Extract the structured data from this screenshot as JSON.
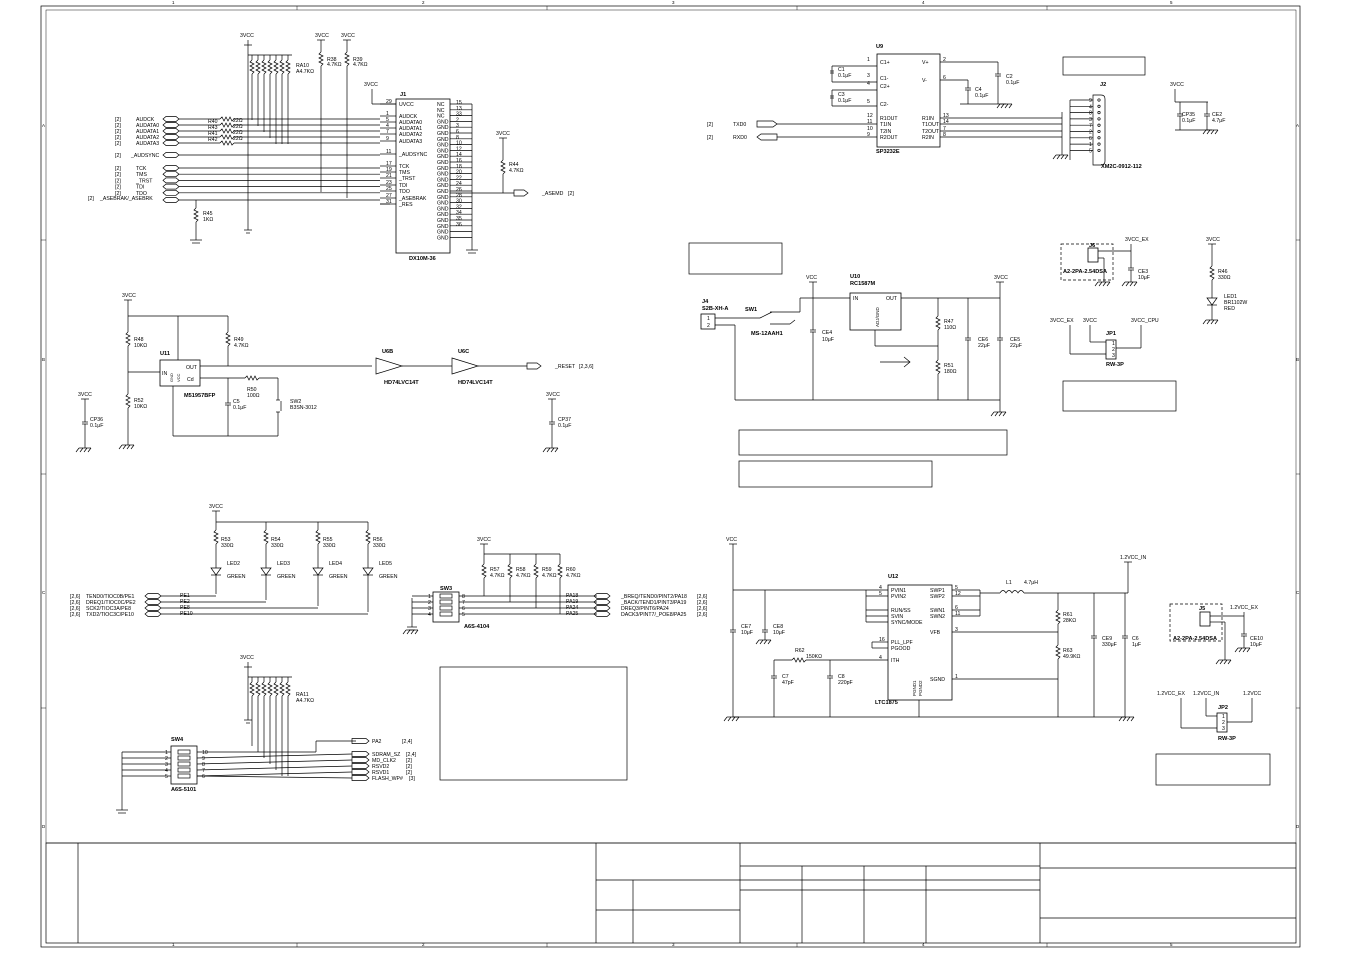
{
  "frame": {
    "col_labels": [
      "1",
      "2",
      "3",
      "4",
      "5"
    ],
    "row_labels": [
      "A",
      "B",
      "C",
      "D"
    ]
  },
  "power": {
    "v33": "3VCC",
    "v33ex": "3VCC_EX",
    "v33cpu": "3VCC_CPU",
    "v12": "1.2VCC_IN",
    "v12ex": "1.2VCC_EX",
    "v12b": "1.2VCC",
    "vcc": "VCC"
  },
  "jtag": {
    "ra10": "RA10",
    "ra10v": "A4.7KΩ",
    "r38": "R38",
    "r38v": "4.7KΩ",
    "r39": "R39",
    "r39v": "4.7KΩ",
    "r40": "R40",
    "r43": "R43",
    "r41": "R41",
    "r42": "R42",
    "rv": "22Ω",
    "nets": [
      "AUDCK",
      "AUDATA0",
      "AUDATA1",
      "AUDATA2",
      "AUDATA3"
    ],
    "audsync": "_AUDSYNC",
    "nets2": [
      "TCK",
      "TMS",
      "_TRST",
      "TDI",
      "TDO"
    ],
    "asebrak": "_ASEBRAK/_ASEBRK",
    "ref": "[2]",
    "r45": "R45",
    "r45v": "1KΩ",
    "r44": "R44",
    "r44v": "4.7KΩ",
    "asemd": "_ASEMD",
    "asemd_ref": "[2]",
    "j1": "J1",
    "j1part": "DX10M-36",
    "j1_left": [
      "UVCC",
      "AUDCK",
      "AUDATA0",
      "AUDATA1",
      "AUDATA2",
      "AUDATA3",
      "_AUDSYNC",
      "TCK",
      "TMS",
      "_TRST",
      "TDI",
      "TDO",
      "_ASEBRAK",
      "_RES"
    ],
    "j1_left_pins": [
      "29",
      "1",
      "5",
      "4",
      "7",
      "9",
      "11",
      "17",
      "19",
      "21",
      "23",
      "25",
      "27",
      "31"
    ],
    "j1_right": [
      "NC",
      "NC",
      "NC",
      "GND",
      "GND",
      "GND",
      "GND",
      "GND",
      "GND",
      "GND",
      "GND",
      "GND",
      "GND",
      "GND",
      "GND",
      "GND",
      "GND",
      "GND",
      "GND",
      "GND",
      "GND",
      "GND",
      "GND",
      "GND"
    ],
    "j1_right_pins": [
      "15",
      "13",
      "33",
      "2",
      "3",
      "6",
      "8",
      "10",
      "12",
      "14",
      "16",
      "18",
      "20",
      "22",
      "24",
      "26",
      "28",
      "30",
      "32",
      "34",
      "35",
      "36",
      "",
      ""
    ]
  },
  "rs232": {
    "u9": "U9",
    "u9part": "SP3232E",
    "u9_left": [
      "C1+",
      "C1-",
      "C2+",
      "C2-",
      "R1OUT",
      "T1IN",
      "T2IN",
      "R2OUT"
    ],
    "u9_left_pins": [
      "1",
      "3",
      "4",
      "5",
      "12",
      "11",
      "10",
      "9"
    ],
    "u9_right": [
      "V+",
      "V-",
      "R1IN",
      "T1OUT",
      "T2OUT",
      "R2IN"
    ],
    "u9_right_pins": [
      "2",
      "6",
      "13",
      "14",
      "7",
      "8"
    ],
    "c1": "C1",
    "c1v": "0.1μF",
    "c3": "C3",
    "c3v": "0.1μF",
    "c2": "C2",
    "c2v": "0.1μF",
    "c4": "C4",
    "c4v": "0.1μF",
    "txd": "TXD0",
    "rxd": "RXD0",
    "ref": "[2]",
    "j2": "J2",
    "j2part": "XM2C-0912-112",
    "cp35": "CP35",
    "cp35v": "0.1μF",
    "ce2": "CE2",
    "ce2v": "4.7μF"
  },
  "reset": {
    "u11": "U11",
    "u11part": "M51957BFP",
    "u11_pins": [
      "IN",
      "GND",
      "VCC",
      "OUT",
      "Cd"
    ],
    "r48": "R48",
    "r48v": "10KΩ",
    "r49": "R49",
    "r49v": "4.7KΩ",
    "r52": "R52",
    "r52v": "10KΩ",
    "r50": "R50",
    "r50v": "100Ω",
    "c5": "C5",
    "c5v": "0.1μF",
    "sw2": "SW2",
    "sw2part": "B3SN-3012",
    "u6b": "U6B",
    "u6c": "U6C",
    "u6part": "HD74LVC14T",
    "reset": "_RESET",
    "reset_ref": "[2,3,6]",
    "cp36": "CP36",
    "cp36v": "0.1μF",
    "cp37": "CP37",
    "cp37v": "0.1μF"
  },
  "regulator": {
    "j4": "J4",
    "j4part": "S2B-XH-A",
    "sw1": "SW1",
    "sw1part": "MS-12AAH1",
    "u10": "U10",
    "u10part": "RC1587M",
    "u10_in": "IN",
    "u10_out": "OUT",
    "u10_adj": "ADJ/GND",
    "ce4": "CE4",
    "ce4v": "10μF",
    "r47": "R47",
    "r47v": "110Ω",
    "r51": "R51",
    "r51v": "180Ω",
    "ce6": "CE6",
    "ce6v": "22μF",
    "ce5": "CE5",
    "ce5v": "22μF"
  },
  "jumpers": {
    "j6": "J6",
    "j6part": "A2-2PA-2.54DSA",
    "ce3": "CE3",
    "ce3v": "10μF",
    "jp1": "JP1",
    "jp1part": "RW-3P",
    "r46": "R46",
    "r46v": "330Ω",
    "led1": "LED1",
    "led1part": "BR1102W",
    "led1c": "RED",
    "j5": "J5",
    "j5part": "A2-2PA-2.54DSA",
    "ce10": "CE10",
    "ce10v": "10μF",
    "jp2": "JP2",
    "jp2part": "RW-3P"
  },
  "leds": {
    "r": [
      {
        "n": "R53",
        "v": "330Ω"
      },
      {
        "n": "R54",
        "v": "330Ω"
      },
      {
        "n": "R55",
        "v": "330Ω"
      },
      {
        "n": "R56",
        "v": "330Ω"
      }
    ],
    "l": [
      {
        "n": "LED2",
        "c": "GREEN"
      },
      {
        "n": "LED3",
        "c": "GREEN"
      },
      {
        "n": "LED4",
        "c": "GREEN"
      },
      {
        "n": "LED5",
        "c": "GREEN"
      }
    ],
    "sigl": [
      "TEND0/TIOC0B/PE1",
      "DREQ1/TIOC0C/PE2",
      "SCK2/TIOC3A/PE8",
      "TXD2/TIOC3C/PE10"
    ],
    "sigr": [
      "PE1",
      "PE2",
      "PE8",
      "PE10"
    ],
    "ref": "[2,6]"
  },
  "dip": {
    "sw3": "SW3",
    "sw3part": "A6S-4104",
    "r": [
      {
        "n": "R57",
        "v": "4.7KΩ"
      },
      {
        "n": "R58",
        "v": "4.7KΩ"
      },
      {
        "n": "R59",
        "v": "4.7KΩ"
      },
      {
        "n": "R60",
        "v": "4.7KΩ"
      }
    ],
    "pa": [
      "PA18",
      "PA19",
      "PA24",
      "PA25"
    ],
    "sig": [
      "_BREQ/TEND0/PINT2/PA18",
      "_BACK/TEND1/PINT3/PA19",
      "DREQ3/PINT6/PA24",
      "DACK3/PINT7/_POE8/PA25"
    ],
    "ref": "[2,6]",
    "sw4": "SW4",
    "sw4part": "A6S-5101",
    "ra11": "RA11",
    "ra11v": "A4.7KΩ",
    "out": [
      "PA2",
      "SDRAM_SZ",
      "MD_CLK2",
      "RSVD2",
      "RSVD1",
      "FLASH_WP#"
    ],
    "outref": [
      "[2,4]",
      "[2,4]",
      "[2]",
      "[2]",
      "[2]",
      "[3]"
    ]
  },
  "buck": {
    "u12": "U12",
    "u12part": "LTC1875",
    "left": [
      "PVIN1",
      "PVIN2",
      "RUN/SS",
      "SVIN",
      "SYNC/MODE",
      "PLL_LPF",
      "PGOOD",
      "ITH"
    ],
    "left_pins": [
      "4",
      "5",
      "",
      "",
      "",
      "16",
      "",
      "4"
    ],
    "right": [
      "SWP1",
      "SWP2",
      "SWN1",
      "SWN2",
      "VFB",
      "SGND"
    ],
    "right_pins": [
      "5",
      "12",
      "6",
      "11",
      "3",
      "1"
    ],
    "bottom": [
      "PGND1",
      "PGND2"
    ],
    "ce7": "CE7",
    "ce7v": "10μF",
    "ce8": "CE8",
    "ce8v": "10μF",
    "r62": "R62",
    "r62v": "150KΩ",
    "c7": "C7",
    "c7v": "47pF",
    "c8": "C8",
    "c8v": "220pF",
    "l1": "L1",
    "l1v": "4.7μH",
    "r61": "R61",
    "r61v": "28KΩ",
    "r63": "R63",
    "r63v": "49.9KΩ",
    "ce9": "CE9",
    "ce9v": "330μF",
    "c6": "C6",
    "c6v": "1μF"
  }
}
